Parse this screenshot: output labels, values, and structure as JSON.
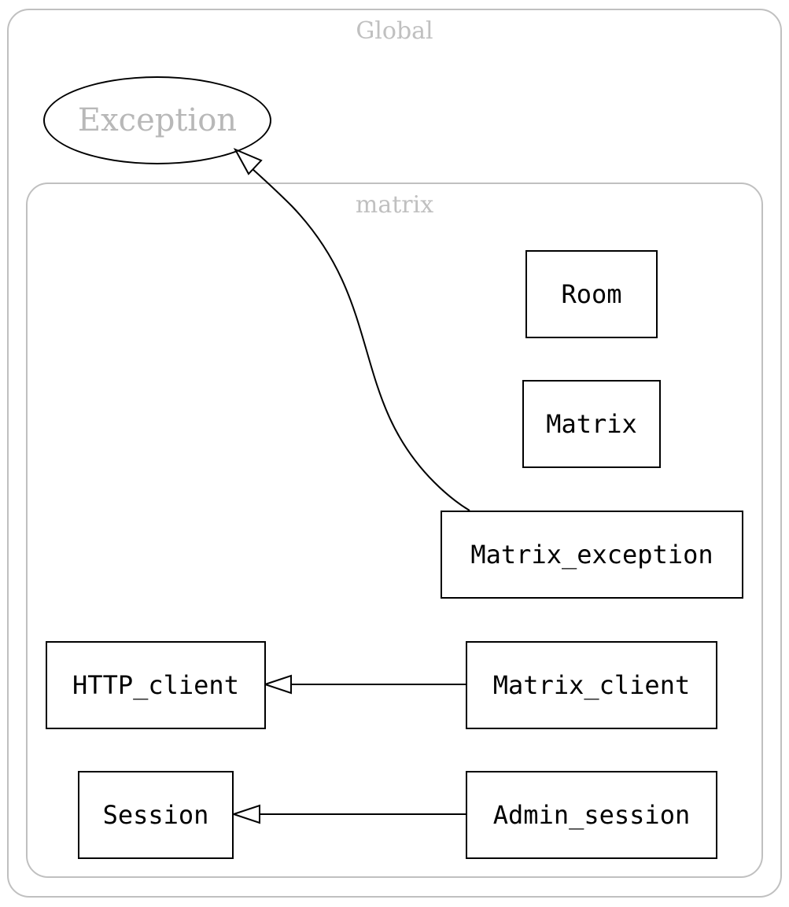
{
  "clusters": {
    "global": {
      "label": "Global"
    },
    "matrix": {
      "label": "matrix"
    }
  },
  "nodes": {
    "exception": {
      "label": "Exception"
    },
    "room": {
      "label": "Room"
    },
    "matrix": {
      "label": "Matrix"
    },
    "matrix_exception": {
      "label": "Matrix_exception"
    },
    "http_client": {
      "label": "HTTP_client"
    },
    "matrix_client": {
      "label": "Matrix_client"
    },
    "session": {
      "label": "Session"
    },
    "admin_session": {
      "label": "Admin_session"
    }
  },
  "edges": [
    {
      "from": "Matrix_exception",
      "to": "Exception",
      "kind": "inheritance"
    },
    {
      "from": "Matrix_client",
      "to": "HTTP_client",
      "kind": "inheritance"
    },
    {
      "from": "Admin_session",
      "to": "Session",
      "kind": "inheritance"
    }
  ]
}
